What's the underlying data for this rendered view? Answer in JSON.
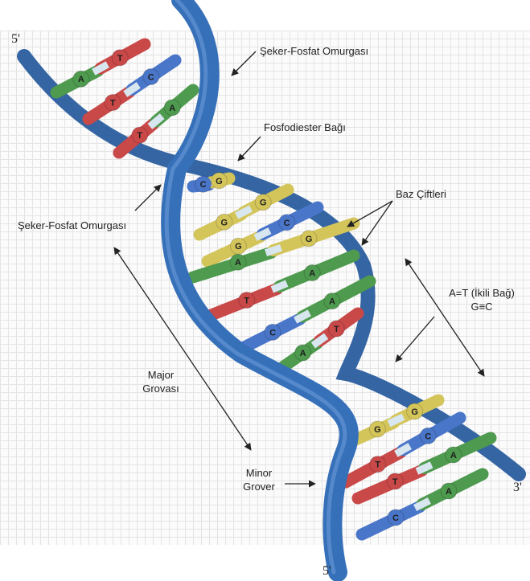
{
  "ends": {
    "top_left": "5'",
    "right": "3'",
    "bottom": "5'"
  },
  "labels": {
    "backbone_top": "Şeker-Fosfat Omurgası",
    "phosphodiester": "Fosfodiester Bağı",
    "backbone_left": "Şeker-Fosfat Omurgası",
    "base_pairs": "Baz Çiftleri",
    "bonds_line1": "A=T (İkili Bağ)",
    "bonds_line2": "G≡C",
    "major_line1": "Major",
    "major_line2": "Grovası",
    "minor_line1": "Minor",
    "minor_line2": "Grover"
  },
  "base_colors": {
    "A": "#4e9a4e",
    "T": "#c94848",
    "G": "#d4c55a",
    "C": "#4a76c9"
  },
  "backbone_color": "#2f65a8",
  "base_pairs": [
    {
      "left": "A",
      "right": "T"
    },
    {
      "left": "T",
      "right": "C"
    },
    {
      "left": "T",
      "right": "A"
    },
    {
      "left": "C",
      "right": "G"
    },
    {
      "left": "G",
      "right": "G"
    },
    {
      "left": "G",
      "right": "C"
    },
    {
      "left": "A",
      "right": "G"
    },
    {
      "left": "T",
      "right": "A"
    },
    {
      "left": "C",
      "right": "A"
    },
    {
      "left": "A",
      "right": "T"
    },
    {
      "left": "G",
      "right": "G"
    },
    {
      "left": "T",
      "right": "C"
    },
    {
      "left": "T",
      "right": "A"
    },
    {
      "left": "C",
      "right": "A"
    }
  ]
}
